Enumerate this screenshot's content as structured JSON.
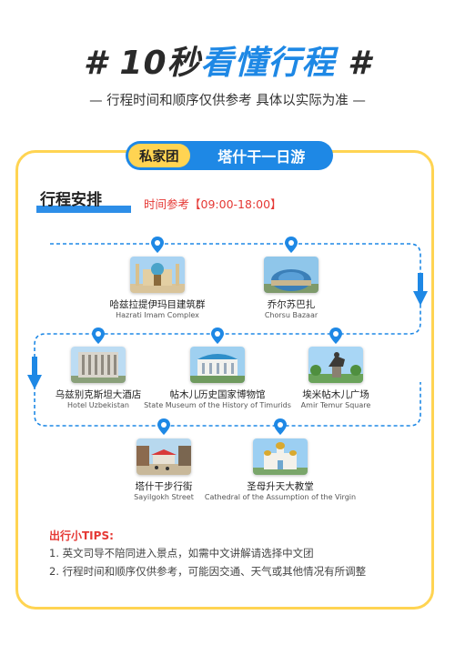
{
  "header": {
    "title_prefix": "# 10秒",
    "title_accent": "看懂行程",
    "title_suffix": " #",
    "subtitle": "—  行程时间和顺序仅供参考 具体以实际为准  —"
  },
  "card": {
    "tab_left": "私家团",
    "tab_right": "塔什干一日游",
    "schedule_heading": "行程安排",
    "schedule_time": "时间参考【09:00-18:00】"
  },
  "stops": [
    {
      "zh": "哈兹拉提伊玛目建筑群",
      "en": "Hazrati Imam Complex"
    },
    {
      "zh": "乔尔苏巴扎",
      "en": "Chorsu Bazaar"
    },
    {
      "zh": "乌兹别克斯坦大酒店",
      "en": "Hotel Uzbekistan"
    },
    {
      "zh": "帖木儿历史国家博物馆",
      "en": "State Museum of the History of Timurids"
    },
    {
      "zh": "埃米帖木儿广场",
      "en": "Amir Temur Square"
    },
    {
      "zh": "塔什干步行街",
      "en": "Sayilgokh Street"
    },
    {
      "zh": "圣母升天大教堂",
      "en": "Cathedral of the Assumption of the Virgin"
    }
  ],
  "tips": {
    "title": "出行小TIPS:",
    "items": [
      "1. 英文司导不陪同进入景点，如需中文讲解请选择中文团",
      "2. 行程时间和顺序仅供参考，可能因交通、天气或其他情况有所调整"
    ]
  },
  "colors": {
    "accent_blue": "#1e88e5",
    "accent_yellow": "#ffd452",
    "tip_red": "#e53935"
  },
  "icons": [
    "map-pin-icon",
    "arrow-down-icon"
  ]
}
